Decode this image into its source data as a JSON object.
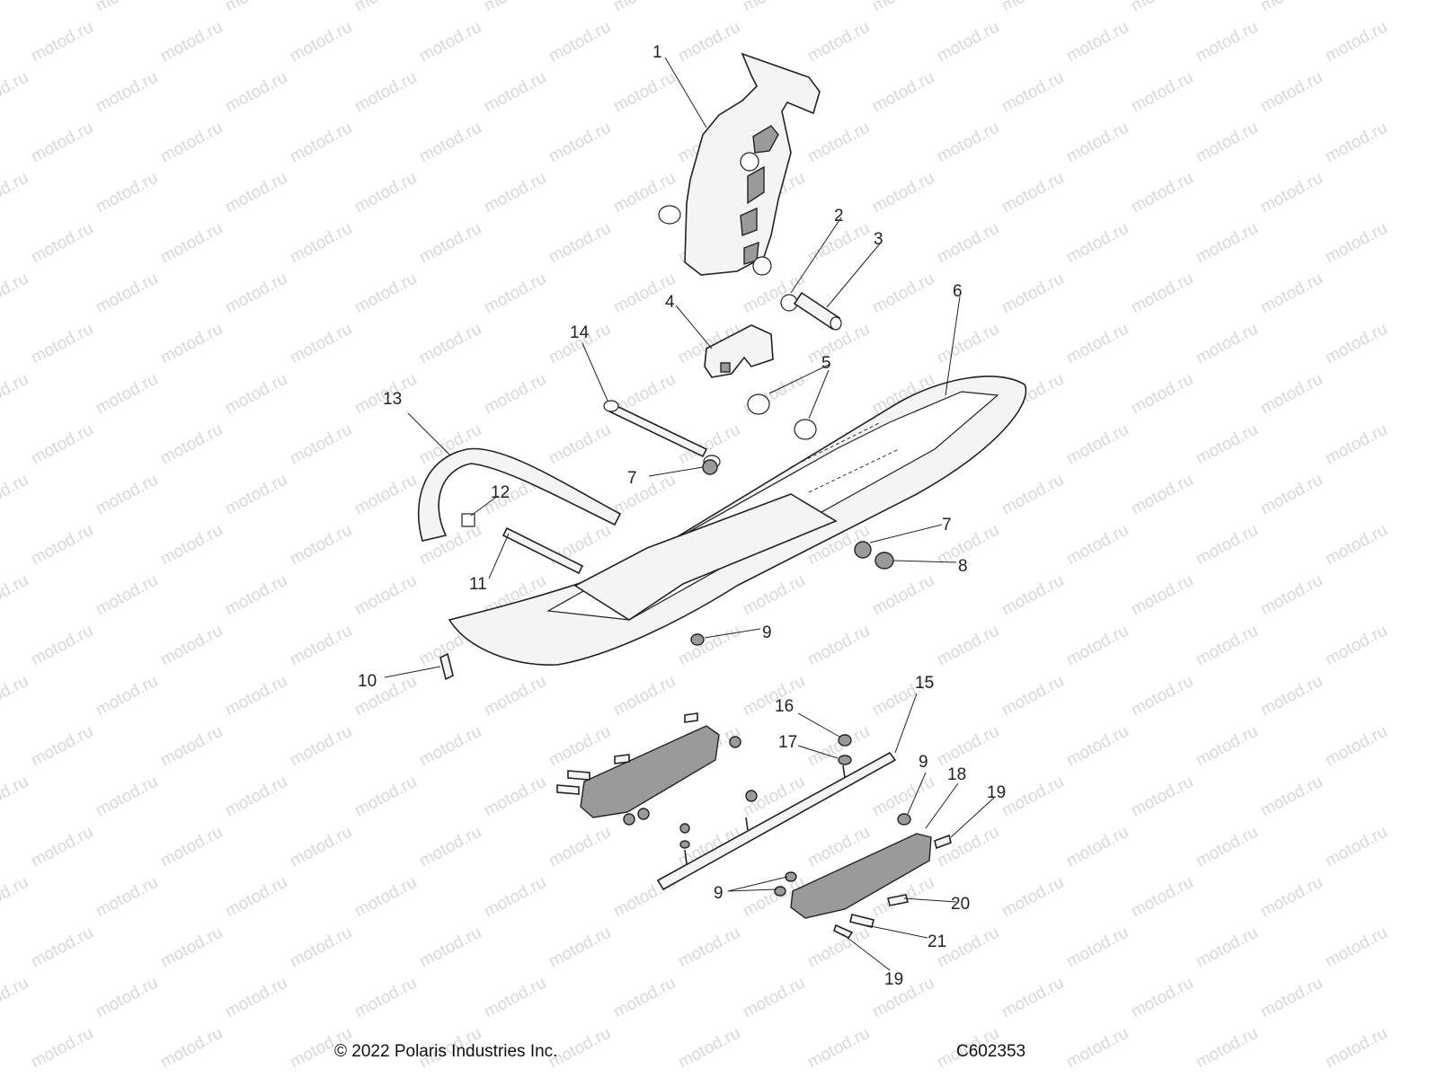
{
  "watermark": {
    "text": "motod.ru"
  },
  "footer": {
    "copyright": "© 2022 Polaris Industries Inc.",
    "diagram_id": "C602353"
  },
  "callouts": [
    "1",
    "2",
    "3",
    "4",
    "5",
    "5",
    "6",
    "7",
    "7",
    "8",
    "9",
    "9",
    "9",
    "10",
    "11",
    "12",
    "13",
    "14",
    "15",
    "16",
    "17",
    "18",
    "19",
    "19",
    "20",
    "21"
  ]
}
